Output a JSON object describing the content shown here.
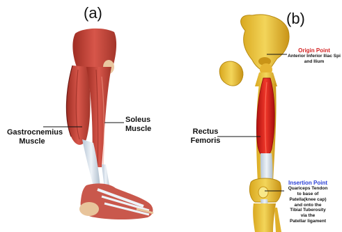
{
  "panel_a": {
    "label": "(a)",
    "gastrocnemius": [
      "Gastrocnemius",
      "Muscle"
    ],
    "soleus": [
      "Soleus",
      "Muscle"
    ]
  },
  "panel_b": {
    "label": "(b)",
    "rectus": [
      "Rectus",
      "Femoris"
    ],
    "origin": {
      "title": "Origin Point",
      "lines": [
        "Anterior Inferior Iliac Spi",
        "and Ilium"
      ],
      "color": "#d32222"
    },
    "insertion": {
      "title": "Insertion Point",
      "lines": [
        "Quariceps Tendon",
        "to base of",
        "Patella(knee cap)",
        "and onto the",
        "Tibial Tuberosity",
        "via the",
        "Patellar ligament"
      ],
      "color": "#2a3fd6"
    }
  }
}
